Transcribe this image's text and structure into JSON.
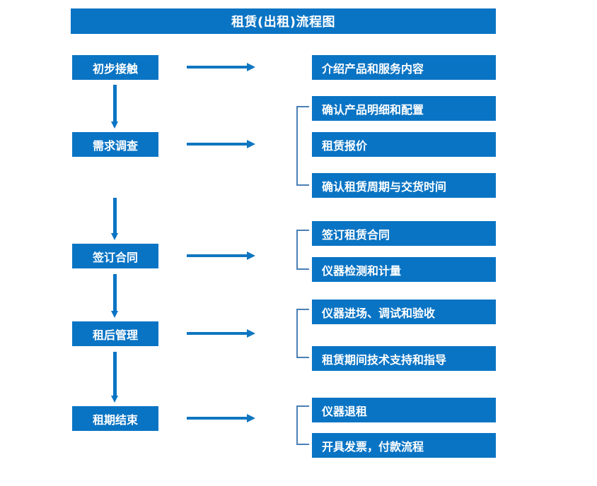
{
  "title": "租赁(出租)流程图",
  "colors": {
    "box_fill": "#0a74c4",
    "box_text": "#ffffff",
    "arrow": "#0f76c0",
    "bracket": "#4a7fb5",
    "background": "#ffffff"
  },
  "stages": [
    {
      "label": "初步接触"
    },
    {
      "label": "需求调查"
    },
    {
      "label": "签订合同"
    },
    {
      "label": "租后管理"
    },
    {
      "label": "租期结束"
    }
  ],
  "details": [
    {
      "label": "介绍产品和服务内容"
    },
    {
      "label": "确认产品明细和配置"
    },
    {
      "label": "租赁报价"
    },
    {
      "label": "确认租赁周期与交货时间"
    },
    {
      "label": "签订租赁合同"
    },
    {
      "label": "仪器检测和计量"
    },
    {
      "label": "仪器进场、调试和验收"
    },
    {
      "label": "租赁期间技术支持和指导"
    },
    {
      "label": "仪器退租"
    },
    {
      "label": "开具发票，付款流程"
    }
  ],
  "groups": [
    {
      "stage": "需求调查",
      "details": [
        "确认产品明细和配置",
        "租赁报价",
        "确认租赁周期与交货时间"
      ]
    },
    {
      "stage": "签订合同",
      "details": [
        "签订租赁合同",
        "仪器检测和计量"
      ]
    },
    {
      "stage": "租后管理",
      "details": [
        "仪器进场、调试和验收",
        "租赁期间技术支持和指导"
      ]
    },
    {
      "stage": "租期结束",
      "details": [
        "仪器退租",
        "开具发票，付款流程"
      ]
    }
  ]
}
